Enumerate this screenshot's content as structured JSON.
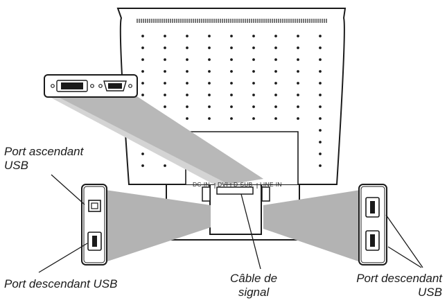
{
  "monitor": {
    "port_labels": [
      "DC-IN",
      "DVI",
      "D-SUB",
      "LINE-IN"
    ]
  },
  "callouts": {
    "usb_upstream": {
      "line1": "Port ascendant",
      "line2": "USB"
    },
    "usb_downstream_left": {
      "text": "Port descendant USB"
    },
    "signal_cable": {
      "line1": "Câble de",
      "line2": "signal"
    },
    "usb_downstream_right": {
      "line1": "Port descendant",
      "line2": "USB"
    }
  },
  "colors": {
    "outline": "#1a1a1a",
    "beam": "#b3b3b3",
    "beam_light": "#d6d6d6",
    "fill": "#ffffff"
  }
}
